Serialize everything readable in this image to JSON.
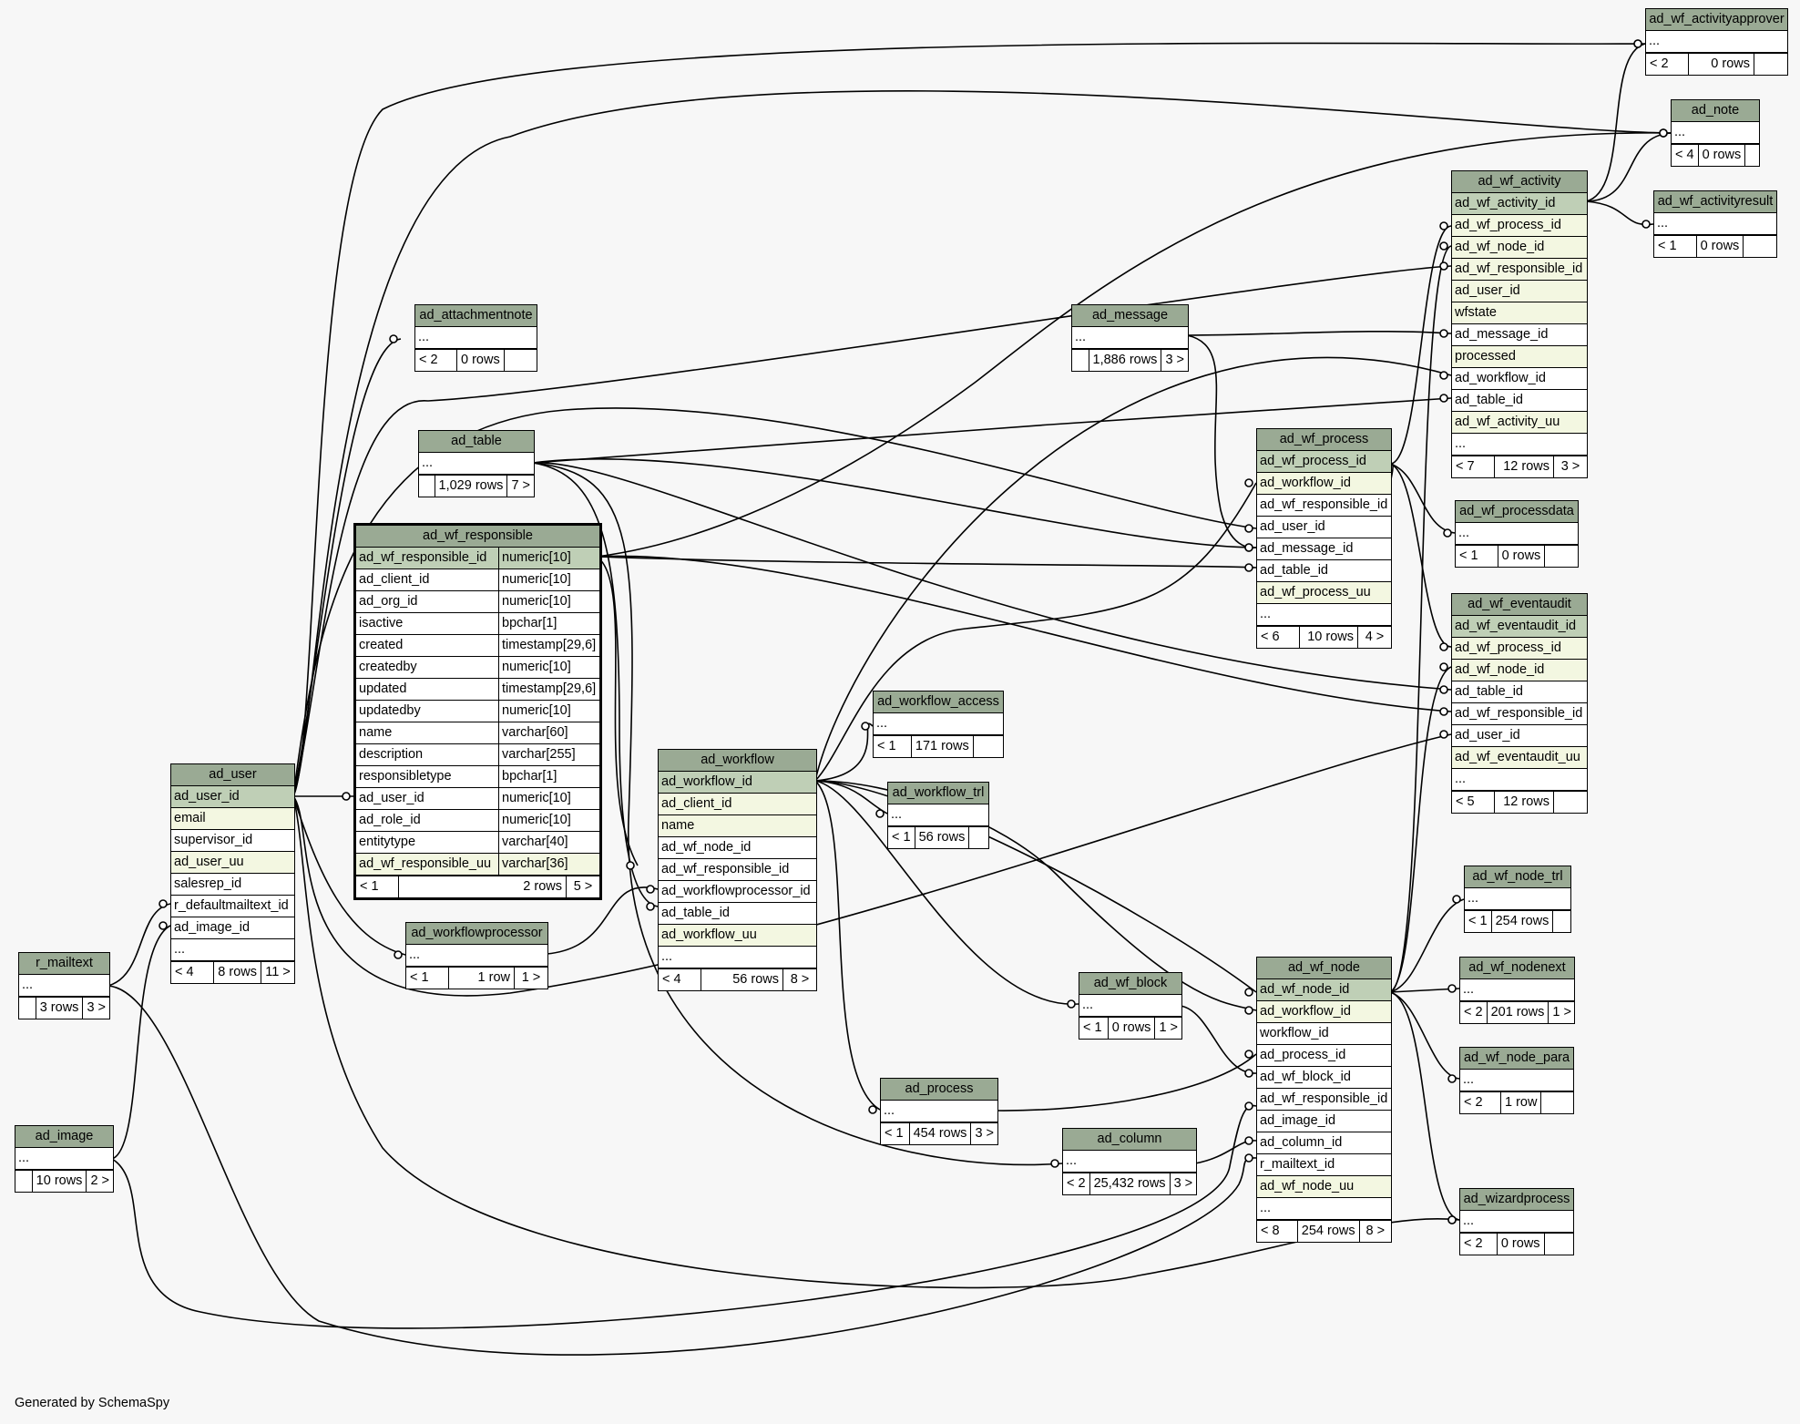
{
  "footer": "Generated by SchemaSpy",
  "colors": {
    "header": "#9aaa94",
    "primary_key": "#bfcfb6",
    "indexed": "#f3f7e1",
    "background": "#f7f7f7"
  },
  "tables": [
    {
      "id": "ad_wf_activityapprover",
      "title": "ad_wf_activityapprover",
      "rows": [
        [
          "..."
        ]
      ],
      "foot": [
        "< 2",
        "0 rows",
        ""
      ]
    },
    {
      "id": "ad_note",
      "title": "ad_note",
      "rows": [
        [
          "..."
        ]
      ],
      "foot": [
        "< 4",
        "0 rows",
        ""
      ]
    },
    {
      "id": "ad_wf_activityresult",
      "title": "ad_wf_activityresult",
      "rows": [
        [
          "..."
        ]
      ],
      "foot": [
        "< 1",
        "0 rows",
        ""
      ]
    },
    {
      "id": "ad_wf_activity",
      "title": "ad_wf_activity",
      "rows": [
        [
          "ad_wf_activity_id",
          "pk"
        ],
        [
          "ad_wf_process_id",
          "uq"
        ],
        [
          "ad_wf_node_id",
          "uq"
        ],
        [
          "ad_wf_responsible_id",
          "uq"
        ],
        [
          "ad_user_id",
          "uq"
        ],
        [
          "wfstate",
          "uq"
        ],
        [
          "ad_message_id",
          ""
        ],
        [
          "processed",
          "uq"
        ],
        [
          "ad_workflow_id",
          ""
        ],
        [
          "ad_table_id",
          ""
        ],
        [
          "ad_wf_activity_uu",
          "uq"
        ],
        [
          "...",
          ""
        ]
      ],
      "foot": [
        "< 7",
        "12 rows",
        "3 >"
      ]
    },
    {
      "id": "ad_message",
      "title": "ad_message",
      "rows": [
        [
          "..."
        ]
      ],
      "foot": [
        "",
        "1,886 rows",
        "3 >"
      ]
    },
    {
      "id": "ad_attachmentnote",
      "title": "ad_attachmentnote",
      "rows": [
        [
          "..."
        ]
      ],
      "foot": [
        "< 2",
        "0 rows",
        ""
      ]
    },
    {
      "id": "ad_table",
      "title": "ad_table",
      "rows": [
        [
          "..."
        ]
      ],
      "foot": [
        "",
        "1,029 rows",
        "7 >"
      ]
    },
    {
      "id": "ad_wf_process",
      "title": "ad_wf_process",
      "rows": [
        [
          "ad_wf_process_id",
          "pk"
        ],
        [
          "ad_workflow_id",
          "uq"
        ],
        [
          "ad_wf_responsible_id",
          ""
        ],
        [
          "ad_user_id",
          ""
        ],
        [
          "ad_message_id",
          ""
        ],
        [
          "ad_table_id",
          ""
        ],
        [
          "ad_wf_process_uu",
          "uq"
        ],
        [
          "...",
          ""
        ]
      ],
      "foot": [
        "< 6",
        "10 rows",
        "4 >"
      ]
    },
    {
      "id": "ad_wf_processdata",
      "title": "ad_wf_processdata",
      "rows": [
        [
          "..."
        ]
      ],
      "foot": [
        "< 1",
        "0 rows",
        ""
      ]
    },
    {
      "id": "ad_wf_eventaudit",
      "title": "ad_wf_eventaudit",
      "rows": [
        [
          "ad_wf_eventaudit_id",
          "pk"
        ],
        [
          "ad_wf_process_id",
          "uq"
        ],
        [
          "ad_wf_node_id",
          "uq"
        ],
        [
          "ad_table_id",
          ""
        ],
        [
          "ad_wf_responsible_id",
          ""
        ],
        [
          "ad_user_id",
          ""
        ],
        [
          "ad_wf_eventaudit_uu",
          "uq"
        ],
        [
          "...",
          ""
        ]
      ],
      "foot": [
        "< 5",
        "12 rows",
        ""
      ]
    },
    {
      "id": "ad_wf_responsible",
      "title": "ad_wf_responsible",
      "rows": [
        [
          "ad_wf_responsible_id",
          "numeric[10]",
          "pk"
        ],
        [
          "ad_client_id",
          "numeric[10]",
          ""
        ],
        [
          "ad_org_id",
          "numeric[10]",
          ""
        ],
        [
          "isactive",
          "bpchar[1]",
          ""
        ],
        [
          "created",
          "timestamp[29,6]",
          ""
        ],
        [
          "createdby",
          "numeric[10]",
          ""
        ],
        [
          "updated",
          "timestamp[29,6]",
          ""
        ],
        [
          "updatedby",
          "numeric[10]",
          ""
        ],
        [
          "name",
          "varchar[60]",
          ""
        ],
        [
          "description",
          "varchar[255]",
          ""
        ],
        [
          "responsibletype",
          "bpchar[1]",
          ""
        ],
        [
          "ad_user_id",
          "numeric[10]",
          ""
        ],
        [
          "ad_role_id",
          "numeric[10]",
          ""
        ],
        [
          "entitytype",
          "varchar[40]",
          ""
        ],
        [
          "ad_wf_responsible_uu",
          "varchar[36]",
          "uq"
        ]
      ],
      "foot": [
        "< 1",
        "2 rows",
        "5 >"
      ]
    },
    {
      "id": "ad_workflow_access",
      "title": "ad_workflow_access",
      "rows": [
        [
          "..."
        ]
      ],
      "foot": [
        "< 1",
        "171 rows",
        ""
      ]
    },
    {
      "id": "ad_workflow_trl",
      "title": "ad_workflow_trl",
      "rows": [
        [
          "..."
        ]
      ],
      "foot": [
        "< 1",
        "56 rows",
        ""
      ]
    },
    {
      "id": "ad_workflow",
      "title": "ad_workflow",
      "rows": [
        [
          "ad_workflow_id",
          "pk"
        ],
        [
          "ad_client_id",
          "uq"
        ],
        [
          "name",
          "uq"
        ],
        [
          "ad_wf_node_id",
          ""
        ],
        [
          "ad_wf_responsible_id",
          ""
        ],
        [
          "ad_workflowprocessor_id",
          ""
        ],
        [
          "ad_table_id",
          ""
        ],
        [
          "ad_workflow_uu",
          "uq"
        ],
        [
          "...",
          ""
        ]
      ],
      "foot": [
        "< 4",
        "56 rows",
        "8 >"
      ]
    },
    {
      "id": "ad_user",
      "title": "ad_user",
      "rows": [
        [
          "ad_user_id",
          "pk"
        ],
        [
          "email",
          "uq"
        ],
        [
          "supervisor_id",
          ""
        ],
        [
          "ad_user_uu",
          "uq"
        ],
        [
          "salesrep_id",
          ""
        ],
        [
          "r_defaultmailtext_id",
          ""
        ],
        [
          "ad_image_id",
          ""
        ],
        [
          "...",
          ""
        ]
      ],
      "foot": [
        "< 4",
        "8 rows",
        "11 >"
      ]
    },
    {
      "id": "ad_workflowprocessor",
      "title": "ad_workflowprocessor",
      "rows": [
        [
          "..."
        ]
      ],
      "foot": [
        "< 1",
        "1 row",
        "1 >"
      ]
    },
    {
      "id": "r_mailtext",
      "title": "r_mailtext",
      "rows": [
        [
          "..."
        ]
      ],
      "foot": [
        "",
        "3 rows",
        "3 >"
      ]
    },
    {
      "id": "ad_image",
      "title": "ad_image",
      "rows": [
        [
          "..."
        ]
      ],
      "foot": [
        "",
        "10 rows",
        "2 >"
      ]
    },
    {
      "id": "ad_wf_node_trl",
      "title": "ad_wf_node_trl",
      "rows": [
        [
          "..."
        ]
      ],
      "foot": [
        "< 1",
        "254 rows",
        ""
      ]
    },
    {
      "id": "ad_wf_nodenext",
      "title": "ad_wf_nodenext",
      "rows": [
        [
          "..."
        ]
      ],
      "foot": [
        "< 2",
        "201 rows",
        "1 >"
      ]
    },
    {
      "id": "ad_wf_node_para",
      "title": "ad_wf_node_para",
      "rows": [
        [
          "..."
        ]
      ],
      "foot": [
        "< 2",
        "1 row",
        ""
      ]
    },
    {
      "id": "ad_wf_block",
      "title": "ad_wf_block",
      "rows": [
        [
          "..."
        ]
      ],
      "foot": [
        "< 1",
        "0 rows",
        "1 >"
      ]
    },
    {
      "id": "ad_process",
      "title": "ad_process",
      "rows": [
        [
          "..."
        ]
      ],
      "foot": [
        "< 1",
        "454 rows",
        "3 >"
      ]
    },
    {
      "id": "ad_column",
      "title": "ad_column",
      "rows": [
        [
          "..."
        ]
      ],
      "foot": [
        "< 2",
        "25,432 rows",
        "3 >"
      ]
    },
    {
      "id": "ad_wf_node",
      "title": "ad_wf_node",
      "rows": [
        [
          "ad_wf_node_id",
          "pk"
        ],
        [
          "ad_workflow_id",
          "uq"
        ],
        [
          "workflow_id",
          ""
        ],
        [
          "ad_process_id",
          ""
        ],
        [
          "ad_wf_block_id",
          ""
        ],
        [
          "ad_wf_responsible_id",
          ""
        ],
        [
          "ad_image_id",
          ""
        ],
        [
          "ad_column_id",
          ""
        ],
        [
          "r_mailtext_id",
          ""
        ],
        [
          "ad_wf_node_uu",
          "uq"
        ],
        [
          "...",
          ""
        ]
      ],
      "foot": [
        "< 8",
        "254 rows",
        "8 >"
      ]
    },
    {
      "id": "ad_wizardprocess",
      "title": "ad_wizardprocess",
      "rows": [
        [
          "..."
        ]
      ],
      "foot": [
        "< 2",
        "0 rows",
        ""
      ]
    }
  ]
}
